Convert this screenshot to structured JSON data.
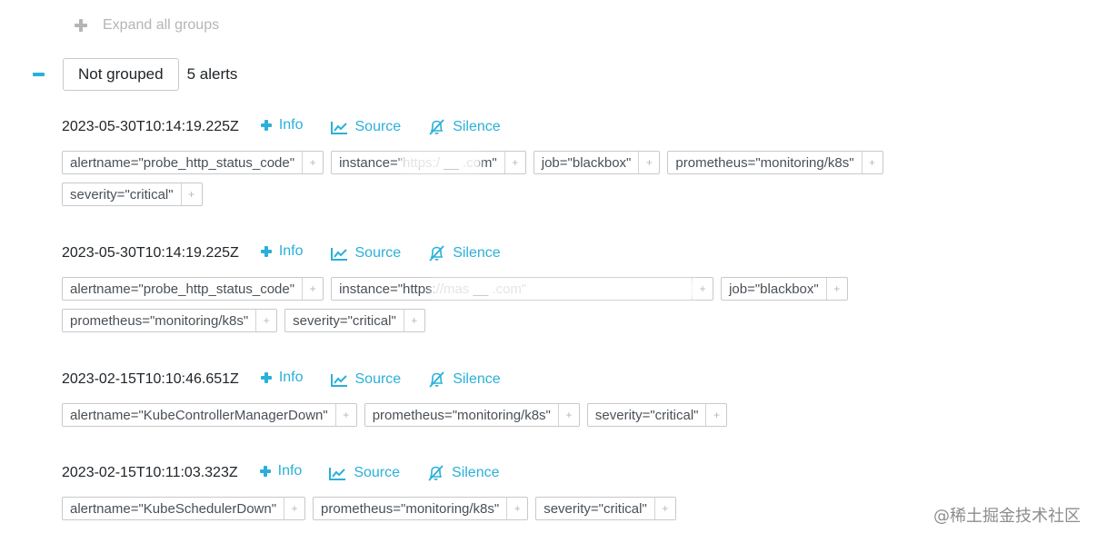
{
  "toolbar": {
    "expand_all_label": "Expand all groups"
  },
  "group": {
    "label": "Not grouped",
    "count": "5 alerts"
  },
  "actions": {
    "info": "Info",
    "source": "Source",
    "silence": "Silence"
  },
  "alerts": [
    {
      "timestamp": "2023-05-30T10:14:19.225Z",
      "labels": [
        "alertname=\"probe_http_status_code\"",
        "instance=\"https:/ __ .com\"",
        "job=\"blackbox\"",
        "prometheus=\"monitoring/k8s\"",
        "severity=\"critical\""
      ]
    },
    {
      "timestamp": "2023-05-30T10:14:19.225Z",
      "labels": [
        "alertname=\"probe_http_status_code\"",
        "instance=\"https://mas __ .com\"",
        "job=\"blackbox\"",
        "prometheus=\"monitoring/k8s\"",
        "severity=\"critical\""
      ]
    },
    {
      "timestamp": "2023-02-15T10:10:46.651Z",
      "labels": [
        "alertname=\"KubeControllerManagerDown\"",
        "prometheus=\"monitoring/k8s\"",
        "severity=\"critical\""
      ]
    },
    {
      "timestamp": "2023-02-15T10:11:03.323Z",
      "labels": [
        "alertname=\"KubeSchedulerDown\"",
        "prometheus=\"monitoring/k8s\"",
        "severity=\"critical\""
      ]
    }
  ],
  "add_glyph": "+",
  "watermark": "@稀土掘金技术社区",
  "colors": {
    "accent": "#2ab0d8",
    "muted": "#b5b5b5",
    "border": "#c9c9c9"
  }
}
